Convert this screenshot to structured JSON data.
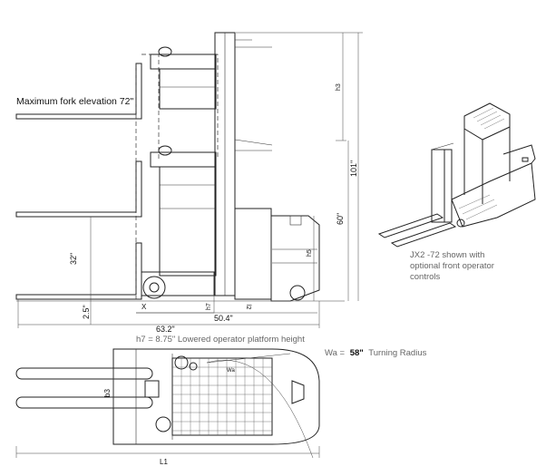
{
  "side_view": {
    "max_fork_elevation": "Maximum fork elevation 72\"",
    "dims": {
      "h3_top": "h3",
      "overall_height": "101\"",
      "mid_height": "60\"",
      "h5": "h5",
      "fork_height": "32\"",
      "fork_low": "2.5\"",
      "x": "X",
      "h7": "h7",
      "l2": "l2",
      "length_504": "50.4\"",
      "length_632": "63.2\""
    }
  },
  "notes": {
    "h7_note": "h7 = 8.75\" Lowered operator platform height",
    "wa_prefix": "Wa =",
    "wa_value": "58\"",
    "wa_suffix": "Turning Radius"
  },
  "top_view": {
    "b3": "b3",
    "l1": "L1",
    "wa_small": "Wa"
  },
  "iso_caption": [
    "JX2 -72 shown with",
    "optional front operator",
    "controls"
  ]
}
